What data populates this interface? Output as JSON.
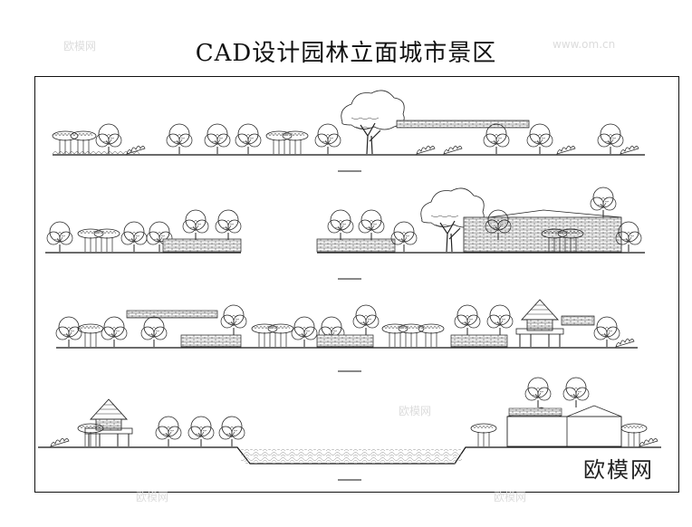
{
  "title": "CAD设计园林立面城市景区",
  "brand": "欧模网",
  "watermark": "欧模网",
  "watermark_url": "www.om.cn"
}
